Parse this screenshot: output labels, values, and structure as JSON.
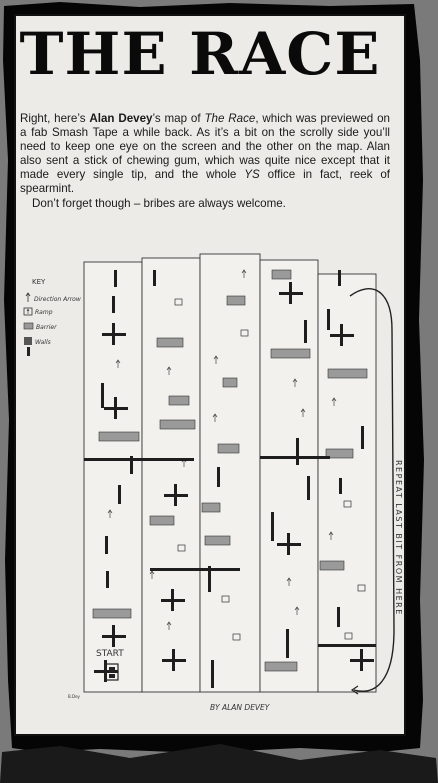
{
  "title": "THE RACE",
  "article": {
    "p1_a": "Right, here’s ",
    "p1_author": "Alan Devey",
    "p1_b": "’s map of ",
    "p1_game": "The Race",
    "p1_c": ", which was previewed on a fab Smash Tape a while back. As it’s a bit on the scrolly side you’ll need to keep one eye on the screen and the other on the map. Alan also sent a stick of chewing gum, which was quite nice except that it made every single tip, and the whole ",
    "p1_ys": "YS",
    "p1_d": " office in fact, reek of spearmint.",
    "p2": "Don’t forget though – bribes are always welcome."
  },
  "map": {
    "key_title": "KEY",
    "key_items": [
      "Direction Arrow",
      "Ramp",
      "Barrier",
      "Walls"
    ],
    "start_label": "START",
    "side_note": "REPEAT LAST BIT FROM HERE",
    "credit": "BY ALAN DEVEY",
    "corner_mark": "B.Dey"
  },
  "colors": {
    "panel": "#ecebe7",
    "ink": "#111111",
    "frame": "#000000",
    "background": "#7a7a7a"
  }
}
